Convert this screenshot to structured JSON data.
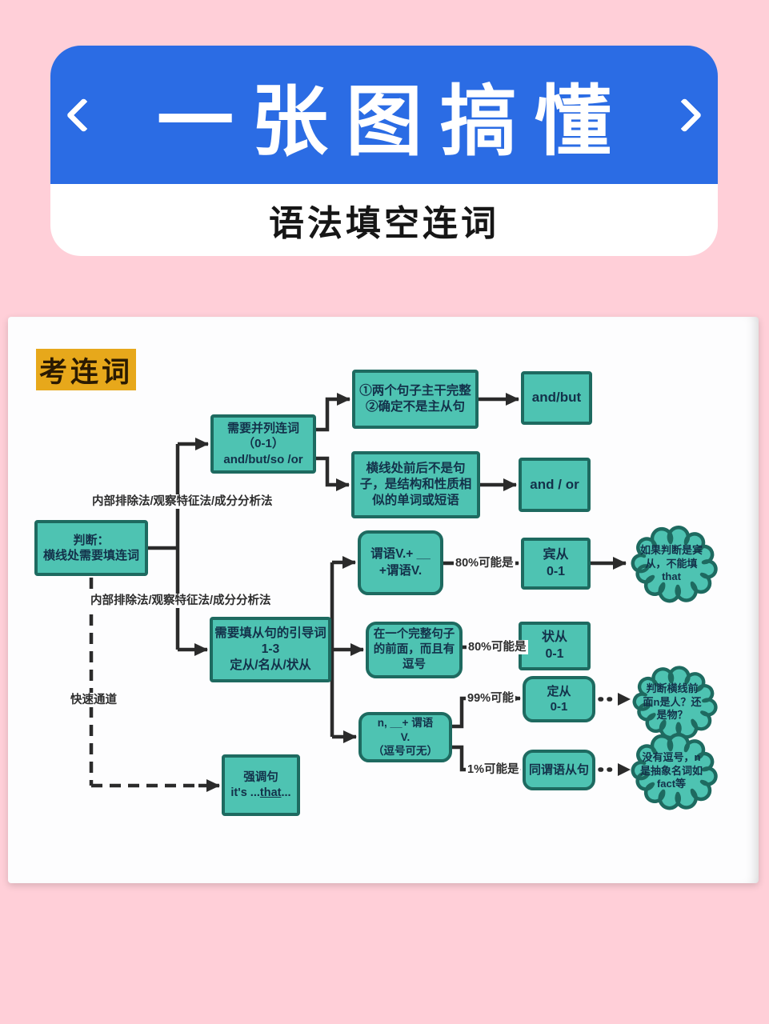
{
  "header": {
    "title": "一张图搞懂",
    "subtitle": "语法填空连词"
  },
  "colors": {
    "background": "#ffcfd8",
    "banner": "#2b6ce4",
    "node_fill": "#4ec3b2",
    "node_border": "#1e6a60",
    "badge": "#e7a81b",
    "connector": "#2b2b2b"
  },
  "flowchart": {
    "badge": "考连词",
    "nodes": {
      "judge": {
        "lines": [
          "判断：",
          "横线处需要填连词"
        ]
      },
      "parallel": {
        "lines": [
          "需要并列连词",
          "（0-1）",
          "and/but/so /or"
        ]
      },
      "two_complete": {
        "lines": [
          "①两个句子主干完整",
          "②确定不是主从句"
        ]
      },
      "and_but": {
        "lines": [
          "and/but"
        ]
      },
      "not_sentence": {
        "lines": [
          "横线处前后不是句",
          "子，是结构和性质相",
          "似的单词或短语"
        ]
      },
      "and_or": {
        "lines": [
          "and / or"
        ]
      },
      "clause_lead": {
        "lines": [
          "需要填从句的引导词",
          "1-3",
          "定从/名从/状从"
        ]
      },
      "predicate_blank": {
        "lines": [
          "谓语V.+ __",
          "+谓语V."
        ]
      },
      "object_clause": {
        "lines": [
          "宾从",
          "0-1"
        ]
      },
      "complete_before": {
        "lines": [
          "在一个完整句子",
          "的前面，而且有",
          "逗号"
        ]
      },
      "adverbial_clause": {
        "lines": [
          "状从",
          "0-1"
        ]
      },
      "n_blank": {
        "lines": [
          "n, __+ 谓语",
          "V.",
          "（逗号可无）"
        ]
      },
      "attributive_clause": {
        "lines": [
          "定从",
          "0-1"
        ]
      },
      "appositive_clause": {
        "lines": [
          "同谓语从句"
        ]
      },
      "emphasis": {
        "line1": "强调句",
        "line2_pre": "it's ...",
        "line2_that": "that",
        "line2_post": "..."
      }
    },
    "clouds": {
      "object_tip": {
        "lines": [
          "如果判断是宾",
          "从，不能填",
          "that"
        ]
      },
      "n_tip": {
        "lines": [
          "判断横线前",
          "面n是人？还",
          "是物？"
        ]
      },
      "comma_tip": {
        "lines": [
          "没有逗号，n",
          "是抽象名词如",
          "fact等"
        ]
      }
    },
    "labels": {
      "method_top": "内部排除法/观察特征法/成分分析法",
      "method_bottom": "内部排除法/观察特征法/成分分析法",
      "fast_track": "快速通道",
      "p80_a": "80%可能是",
      "p80_b": "80%可能是",
      "p99": "99%可能",
      "p1": "1%可能是"
    }
  }
}
